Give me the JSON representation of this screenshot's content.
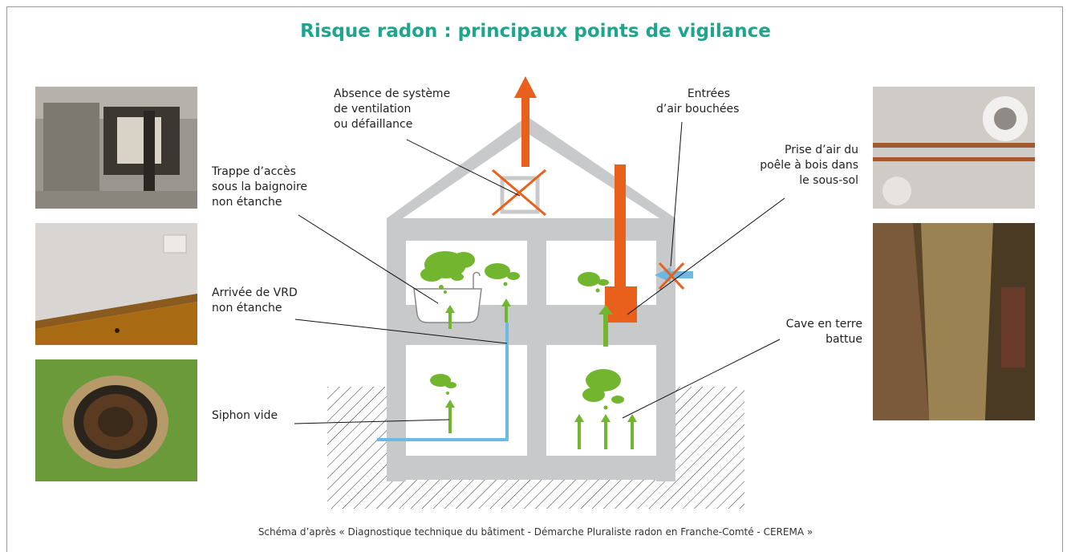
{
  "title": "Risque radon : principaux points de vigilance",
  "labels": {
    "ventilation": [
      "Absence de système",
      "de ventilation",
      "ou défaillance"
    ],
    "air_inlets": [
      "Entrées",
      "d’air bouchées"
    ],
    "stove_intake": [
      "Prise d’air du",
      "poêle à bois dans",
      "le sous-sol"
    ],
    "bath_hatch": [
      "Trappe d’accès",
      "sous la baignoire",
      "non étanche"
    ],
    "vrd": [
      "Arrivée de VRD",
      "non étanche"
    ],
    "siphon": [
      "Siphon vide"
    ],
    "cellar": [
      "Cave en terre",
      "battue"
    ]
  },
  "caption": "Schéma d’après «  Diagnostique technique du bâtiment - Démarche Pluraliste radon en Franche-Comté - CEREMA »",
  "colors": {
    "title": "#1fa58e",
    "house": "#c8c9cb",
    "radon_cloud": "#72b62f",
    "problem_orange": "#e8601c",
    "pipe_blue": "#6cb9e4"
  },
  "photos": [
    {
      "name": "bath-hatch-photo"
    },
    {
      "name": "wall-floor-joint-photo"
    },
    {
      "name": "floor-drain-photo"
    },
    {
      "name": "stove-pipe-photo"
    },
    {
      "name": "earth-cellar-photo"
    }
  ]
}
